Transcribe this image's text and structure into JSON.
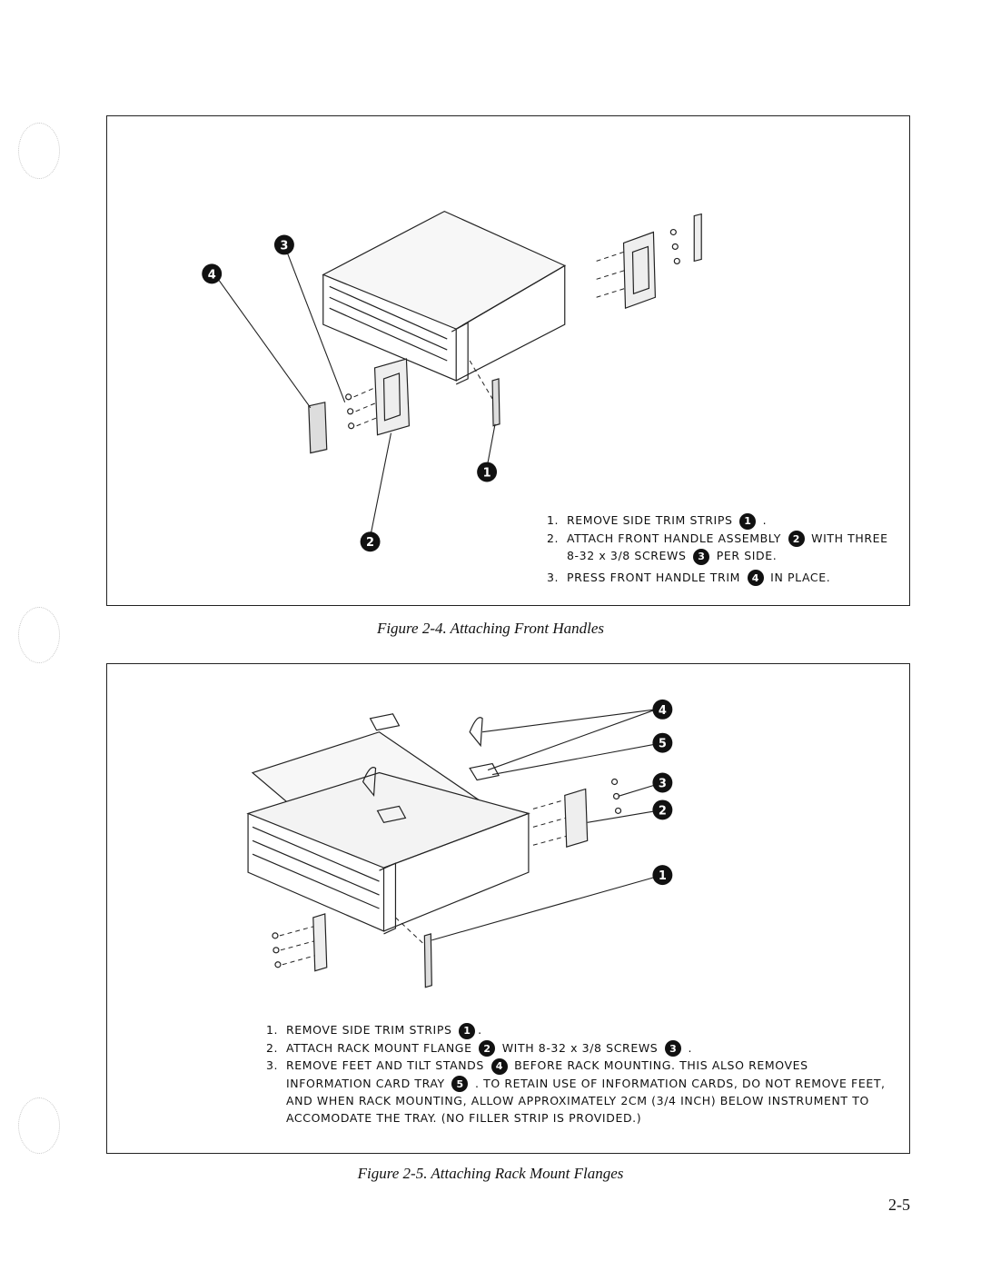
{
  "figure1": {
    "caption": "Figure 2-4. Attaching Front Handles",
    "callouts": [
      "3",
      "4",
      "1",
      "2"
    ],
    "steps": [
      {
        "num": "1.",
        "segments": [
          {
            "t": "REMOVE SIDE TRIM STRIPS "
          },
          {
            "b": "1"
          },
          {
            "t": " ."
          }
        ]
      },
      {
        "num": "2.",
        "segments": [
          {
            "t": "ATTACH FRONT HANDLE ASSEMBLY "
          },
          {
            "b": "2"
          },
          {
            "t": " WITH THREE 8-32 x 3/8 SCREWS "
          },
          {
            "b": "3"
          },
          {
            "t": " PER SIDE."
          }
        ]
      },
      {
        "num": "3.",
        "segments": [
          {
            "t": "PRESS FRONT HANDLE TRIM "
          },
          {
            "b": "4"
          },
          {
            "t": " IN PLACE."
          }
        ]
      }
    ]
  },
  "figure2": {
    "caption": "Figure 2-5. Attaching Rack Mount Flanges",
    "callouts": [
      "4",
      "5",
      "3",
      "2",
      "1"
    ],
    "steps": [
      {
        "num": "1.",
        "segments": [
          {
            "t": "REMOVE SIDE TRIM STRIPS "
          },
          {
            "b": "1"
          },
          {
            "t": "."
          }
        ]
      },
      {
        "num": "2.",
        "segments": [
          {
            "t": "ATTACH RACK MOUNT FLANGE "
          },
          {
            "b": "2"
          },
          {
            "t": " WITH 8-32 x 3/8 SCREWS "
          },
          {
            "b": "3"
          },
          {
            "t": " ."
          }
        ]
      },
      {
        "num": "3.",
        "segments": [
          {
            "t": "REMOVE FEET AND TILT STANDS "
          },
          {
            "b": "4"
          },
          {
            "t": " BEFORE RACK MOUNTING. THIS ALSO REMOVES INFORMATION CARD TRAY "
          },
          {
            "b": "5"
          },
          {
            "t": " . TO RETAIN USE OF INFORMATION CARDS, DO NOT REMOVE FEET, AND WHEN RACK MOUNTING, ALLOW APPROXIMATELY 2CM (3/4 INCH) BELOW INSTRUMENT TO ACCOMODATE THE TRAY. (NO FILLER STRIP IS PROVIDED.)"
          }
        ]
      }
    ]
  },
  "page_number": "2-5"
}
